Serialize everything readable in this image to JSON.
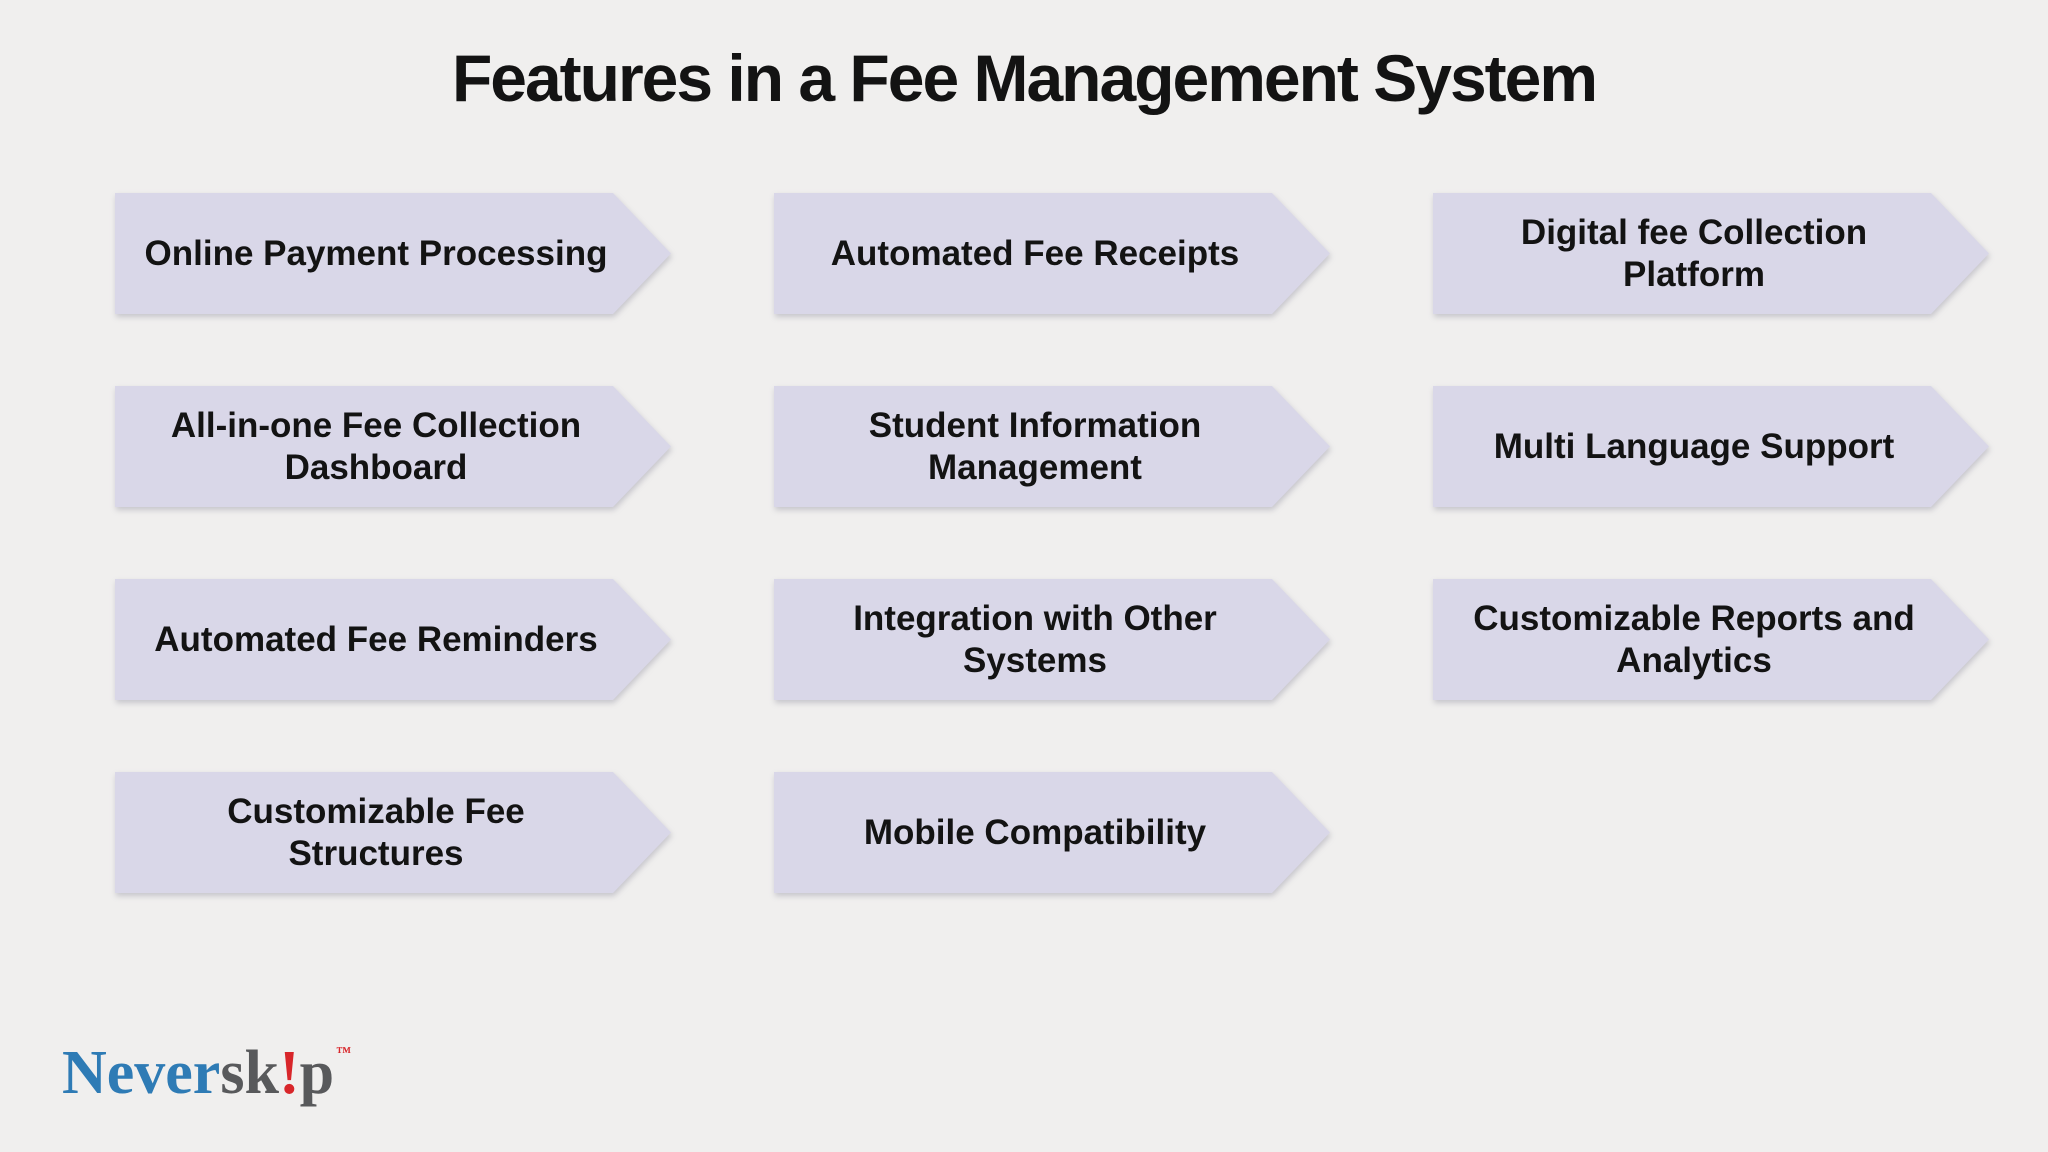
{
  "title": "Features in a Fee Management System",
  "features": [
    "Online Payment Processing",
    "Automated Fee Receipts",
    "Digital fee Collection\nPlatform",
    "All-in-one Fee Collection\nDashboard",
    "Student Information\nManagement",
    "Multi Language Support",
    "Automated Fee Reminders",
    "Integration with Other\nSystems",
    "Customizable Reports and\nAnalytics",
    "Customizable Fee\nStructures",
    "Mobile Compatibility"
  ],
  "logo": {
    "never": "Never",
    "sk": "sk",
    "exclamation": "!",
    "p": "p",
    "trademark": "™"
  },
  "colors": {
    "background": "#f0efee",
    "arrow_fill": "#d9d7e8",
    "text": "#131313",
    "logo_blue": "#2e7bb5",
    "logo_gray": "#58595b",
    "logo_red": "#d8262a"
  }
}
